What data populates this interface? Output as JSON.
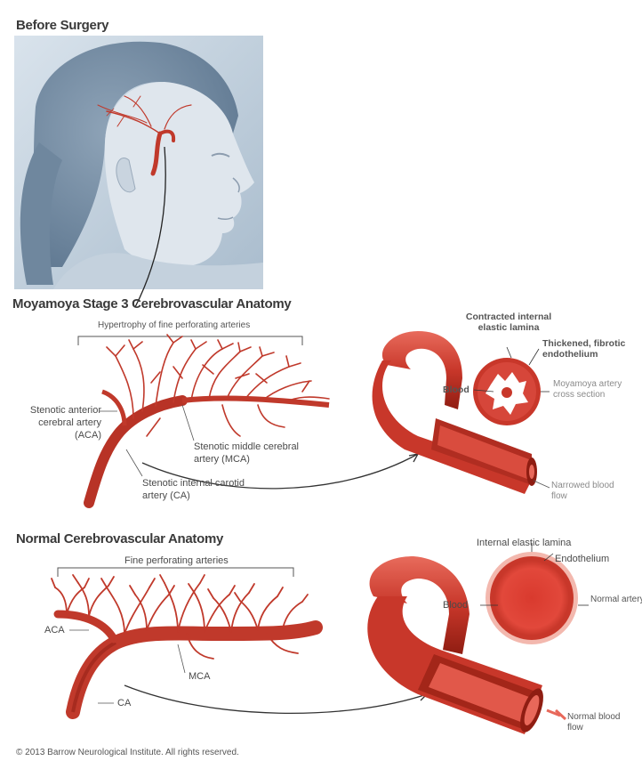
{
  "before": {
    "title": "Before Surgery"
  },
  "moyamoya": {
    "title": "Moyamoya Stage 3 Cerebrovascular Anatomy",
    "bracket_label": "Hypertrophy of fine perforating arteries",
    "aca_label": "Stenotic anterior cerebral artery (ACA)",
    "mca_label": "Stenotic middle cerebral artery (MCA)",
    "ca_label": "Stenotic internal carotid artery (CA)",
    "lamina_label": "Contracted internal elastic lamina",
    "endothelium_label": "Thickened, fibrotic endothelium",
    "blood_label": "Blood",
    "cross_label": "Moyamoya artery cross section",
    "flow_label": "Narrowed blood flow"
  },
  "normal": {
    "title": "Normal Cerebrovascular Anatomy",
    "bracket_label": "Fine perforating arteries",
    "aca_label": "ACA",
    "mca_label": "MCA",
    "ca_label": "CA",
    "lamina_label": "Internal elastic lamina",
    "endothelium_label": "Endothelium",
    "blood_label": "Blood",
    "cross_label": "Normal artery cross section",
    "flow_label": "Normal blood flow"
  },
  "copyright": "© 2013 Barrow Neurological Institute. All rights reserved.",
  "colors": {
    "artery": "#c0392b",
    "artery_dark": "#8e1e14",
    "artery_light": "#e8685a",
    "head_blue": "#aebfcf",
    "lumen_inner": "#e0574a"
  }
}
